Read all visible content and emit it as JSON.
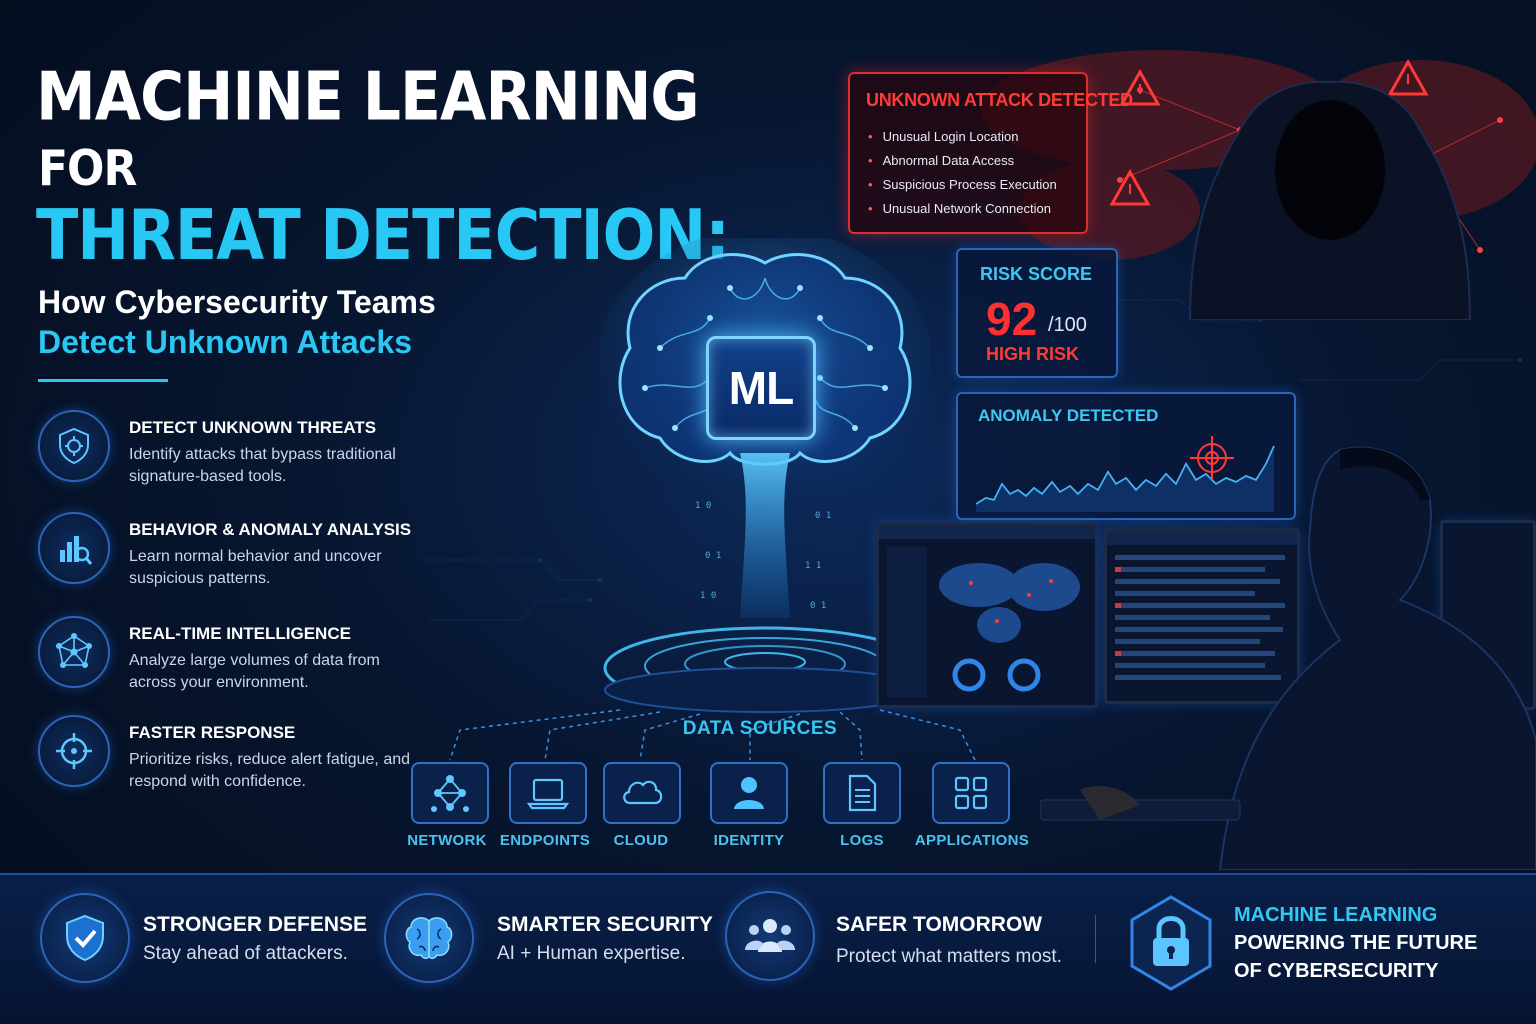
{
  "title": {
    "line1": "MACHINE LEARNING",
    "line2": "FOR",
    "line3": "THREAT DETECTION:",
    "subtitle1": "How Cybersecurity Teams",
    "subtitle2": "Detect Unknown Attacks"
  },
  "features": [
    {
      "title": "DETECT UNKNOWN THREATS",
      "desc": "Identify attacks that bypass traditional signature-based tools.",
      "icon": "shield-virus-icon"
    },
    {
      "title": "BEHAVIOR & ANOMALY ANALYSIS",
      "desc": "Learn normal behavior and uncover suspicious patterns.",
      "icon": "chart-magnifier-icon"
    },
    {
      "title": "REAL-TIME INTELLIGENCE",
      "desc": "Analyze large volumes of data from across your environment.",
      "icon": "network-node-icon"
    },
    {
      "title": "FASTER RESPONSE",
      "desc": "Prioritize risks, reduce alert fatigue, and respond with confidence.",
      "icon": "crosshair-icon"
    }
  ],
  "ml_chip": "ML",
  "alert": {
    "title": "UNKNOWN ATTACK DETECTED",
    "items": [
      "Unusual Login Location",
      "Abnormal Data Access",
      "Suspicious Process Execution",
      "Unusual Network Connection"
    ]
  },
  "risk": {
    "label": "RISK SCORE",
    "value": "92",
    "max": "/100",
    "level": "HIGH RISK",
    "score_number": 92
  },
  "anomaly": {
    "label": "ANOMALY DETECTED"
  },
  "data_sources": {
    "title": "DATA SOURCES",
    "items": [
      {
        "label": "NETWORK",
        "icon": "network-icon"
      },
      {
        "label": "ENDPOINTS",
        "icon": "laptop-icon"
      },
      {
        "label": "CLOUD",
        "icon": "cloud-icon"
      },
      {
        "label": "IDENTITY",
        "icon": "user-icon"
      },
      {
        "label": "LOGS",
        "icon": "document-icon"
      },
      {
        "label": "APPLICATIONS",
        "icon": "apps-grid-icon"
      }
    ]
  },
  "bottom": [
    {
      "title": "STRONGER DEFENSE",
      "desc": "Stay ahead of attackers.",
      "icon": "shield-check-icon"
    },
    {
      "title": "SMARTER SECURITY",
      "desc": "AI + Human expertise.",
      "icon": "brain-icon"
    },
    {
      "title": "SAFER TOMORROW",
      "desc": "Protect what matters most.",
      "icon": "people-icon"
    }
  ],
  "tagline": {
    "line1": "MACHINE LEARNING",
    "line2": "POWERING THE FUTURE",
    "line3": "OF CYBERSECURITY"
  },
  "colors": {
    "accent": "#28c8f5",
    "alert": "#ff3b35",
    "panel_border": "#2b64b6",
    "background": "#071630"
  }
}
